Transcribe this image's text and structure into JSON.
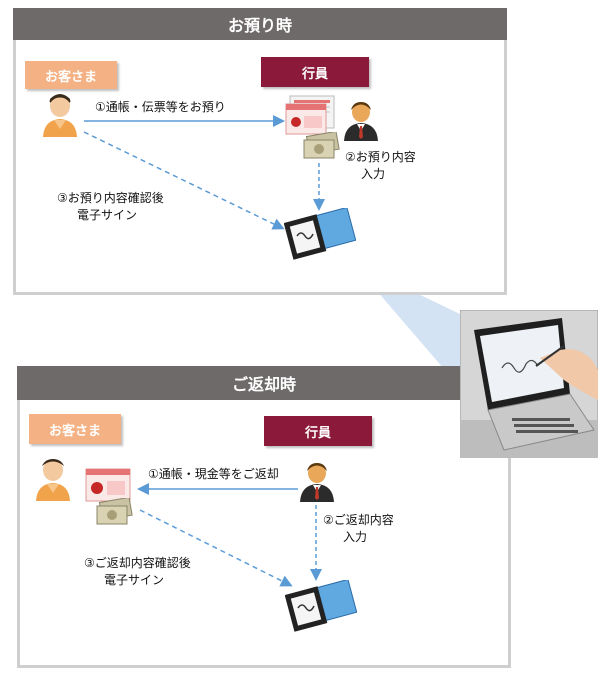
{
  "panels": [
    {
      "title": "お預り時",
      "customer_tag": "お客さま",
      "teller_tag": "行員",
      "step1": "①通帳・伝票等をお預り",
      "step2_line1": "②お預り内容",
      "step2_line2": "入力",
      "step3_line1": "③お預り内容確認後",
      "step3_line2": "電子サイン"
    },
    {
      "title": "ご返却時",
      "customer_tag": "お客さま",
      "teller_tag": "行員",
      "step1": "①通帳・現金等をご返却",
      "step2_line1": "②ご返却内容",
      "step2_line2": "入力",
      "step3_line1": "③ご返却内容確認後",
      "step3_line2": "電子サイン"
    }
  ],
  "colors": {
    "title_bar": "#6f6a6a",
    "customer_tag": "#f4b183",
    "teller_tag": "#8b1a3a",
    "arrow": "#5b9bd5",
    "callout": "#c5daf0",
    "border": "#cfcfcf"
  }
}
